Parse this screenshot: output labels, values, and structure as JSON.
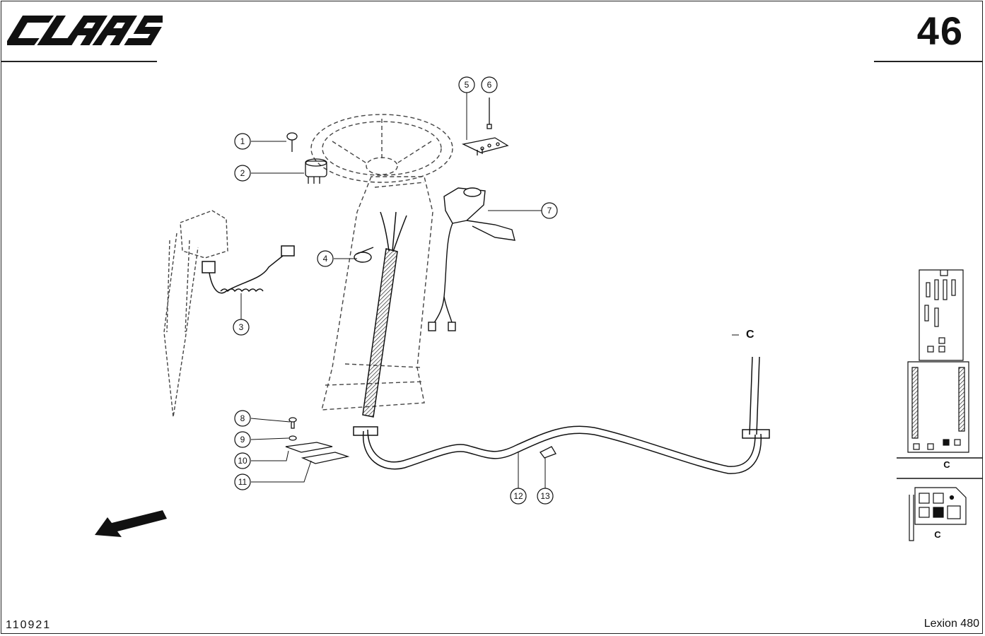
{
  "header": {
    "brand": "CLAAS",
    "page_number": "46"
  },
  "footer": {
    "drawing_number": "110921",
    "model": "Lexion 480"
  },
  "callouts": [
    "1",
    "2",
    "3",
    "4",
    "5",
    "6",
    "7",
    "8",
    "9",
    "10",
    "11",
    "12",
    "13"
  ],
  "connector_label": "C",
  "inset_labels": [
    "C",
    "C"
  ]
}
